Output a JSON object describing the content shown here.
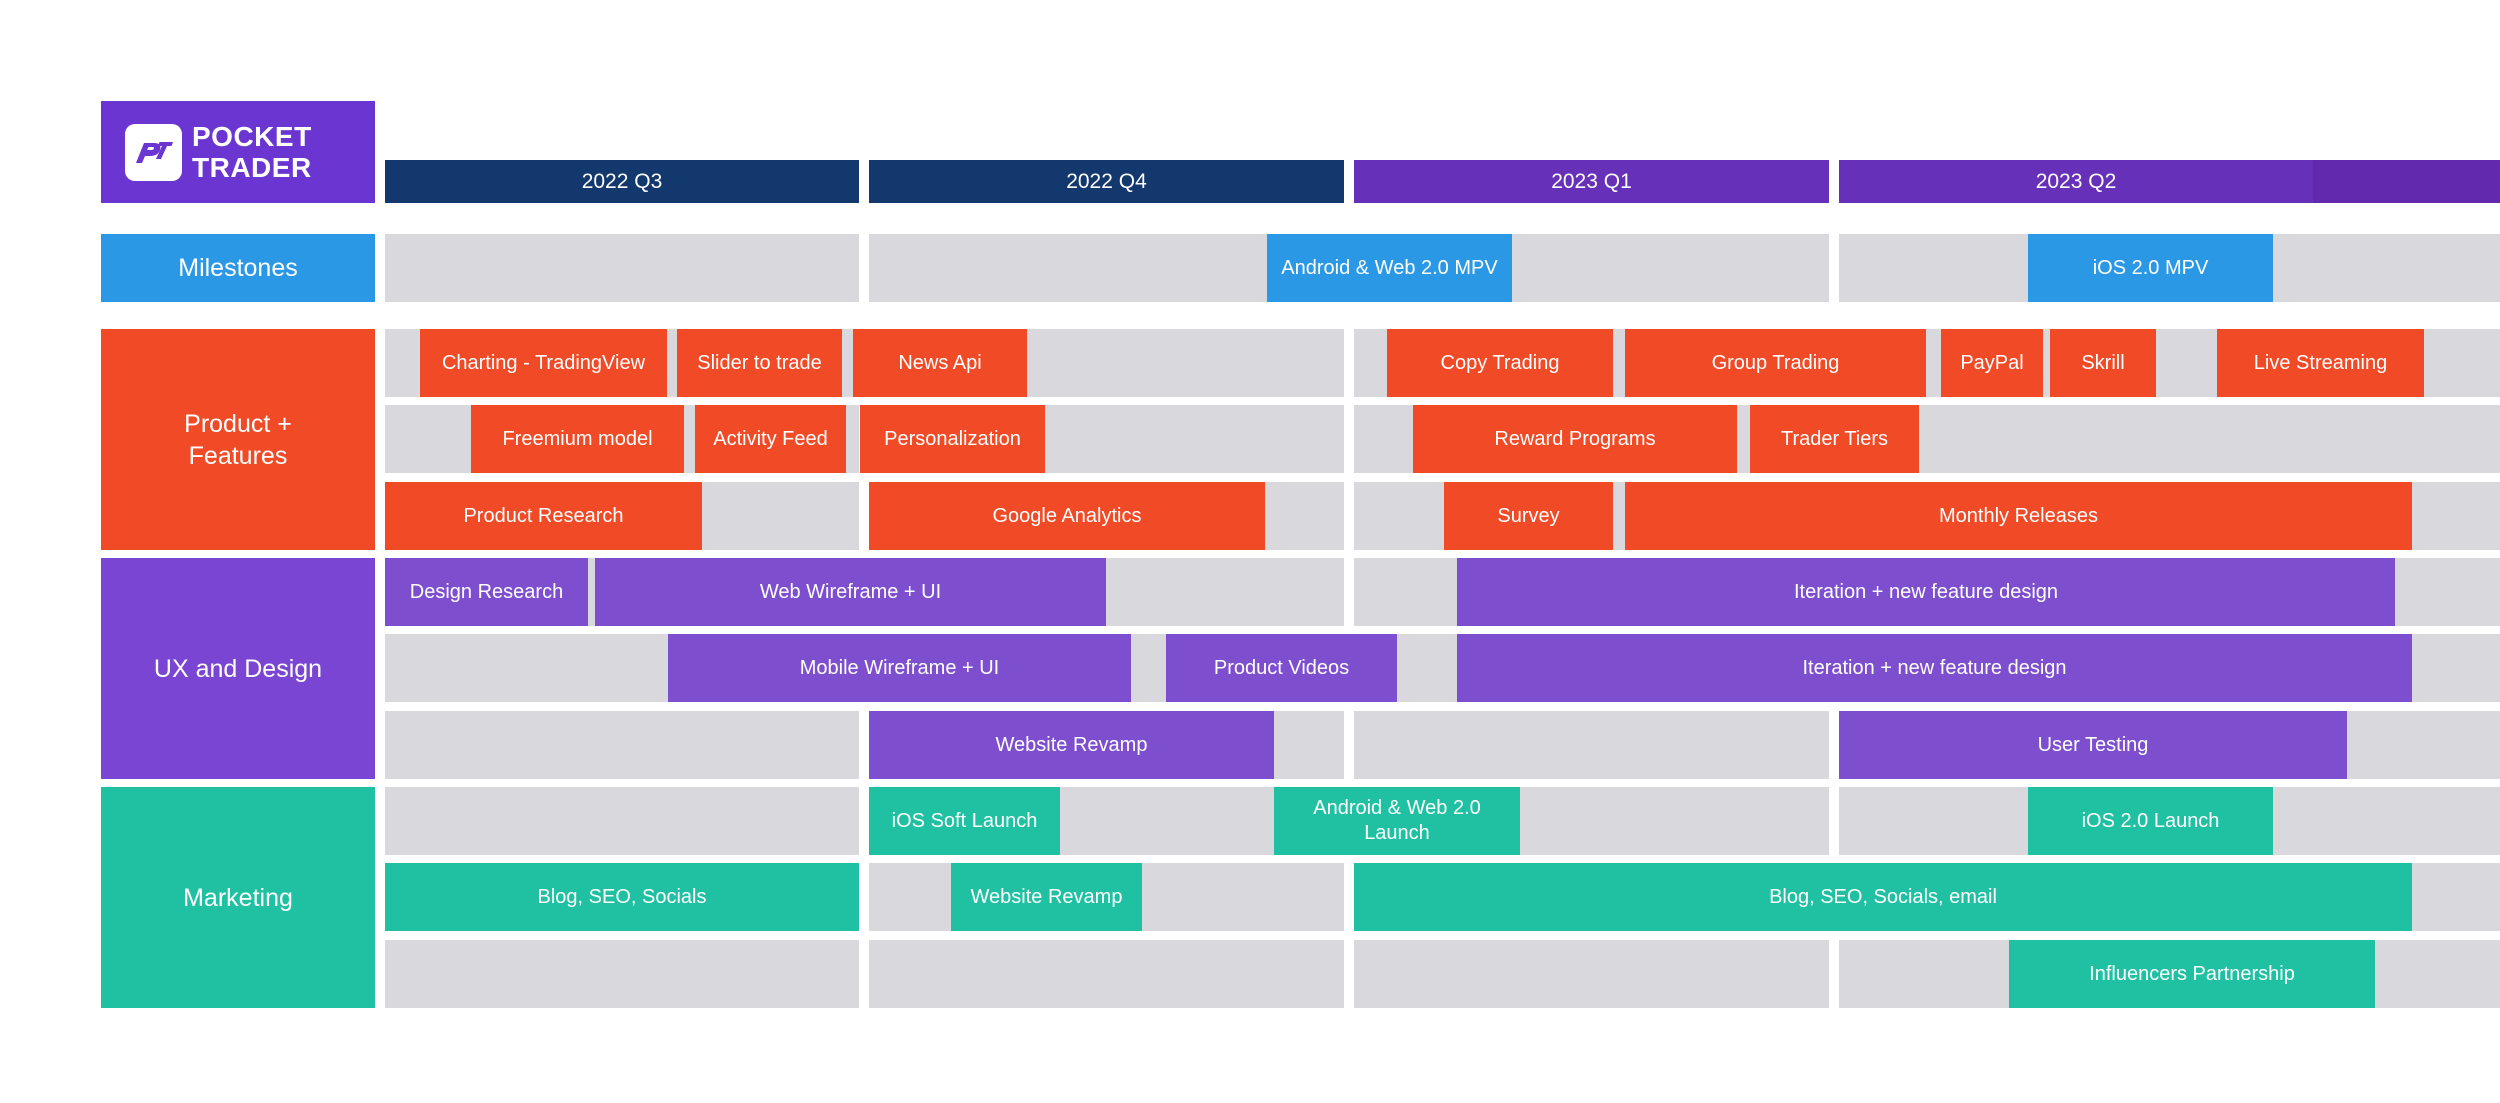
{
  "brand": {
    "line1": "POCKET",
    "line2": "TRADER",
    "icon": "pocket-trader-logo-icon",
    "color": "#6a35d0"
  },
  "colors": {
    "quarter_2022": "#12386e",
    "quarter_2023": "#6730b8",
    "quarter_2023_alt": "#6228ae",
    "cell_bg": "#d8d8dd",
    "milestone": "#2b98e6",
    "product": "#f04a26",
    "ux": "#7d4fcf",
    "marketing": "#1fc1a2",
    "ux_lane": "#7a45d3"
  },
  "quarters": [
    {
      "label": "2022 Q3",
      "color": "#12386e"
    },
    {
      "label": "2022 Q4",
      "color": "#12386e"
    },
    {
      "label": "2023 Q1",
      "color": "#6730b8"
    },
    {
      "label": "2023 Q2",
      "color": "#6730b8"
    }
  ],
  "lanes": [
    {
      "label": "Milestones",
      "color": "#2b98e6"
    },
    {
      "label": "Product + Features",
      "color": "#f04a26"
    },
    {
      "label": "UX and Design",
      "color": "#7a45d3"
    },
    {
      "label": "Marketing",
      "color": "#1fc1a2"
    }
  ],
  "bars": {
    "milestones": [
      {
        "label": "Android & Web 2.0 MPV",
        "color": "#2b98e6"
      },
      {
        "label": "iOS 2.0 MPV",
        "color": "#2b98e6"
      }
    ],
    "product": [
      {
        "label": "Charting - TradingView",
        "color": "#f04a26"
      },
      {
        "label": "Slider to trade",
        "color": "#f04a26"
      },
      {
        "label": "News Api",
        "color": "#f04a26"
      },
      {
        "label": "Copy Trading",
        "color": "#f04a26"
      },
      {
        "label": "Group Trading",
        "color": "#f04a26"
      },
      {
        "label": "PayPal",
        "color": "#f04a26"
      },
      {
        "label": "Skrill",
        "color": "#f04a26"
      },
      {
        "label": "Live Streaming",
        "color": "#f04a26"
      },
      {
        "label": "Freemium model",
        "color": "#f04a26"
      },
      {
        "label": "Activity Feed",
        "color": "#f04a26"
      },
      {
        "label": "Personalization",
        "color": "#f04a26"
      },
      {
        "label": "Reward Programs",
        "color": "#f04a26"
      },
      {
        "label": "Trader Tiers",
        "color": "#f04a26"
      },
      {
        "label": "Product Research",
        "color": "#f04a26"
      },
      {
        "label": "Google Analytics",
        "color": "#f04a26"
      },
      {
        "label": "Survey",
        "color": "#f04a26"
      },
      {
        "label": "Monthly Releases",
        "color": "#f04a26"
      }
    ],
    "ux": [
      {
        "label": "Design Research",
        "color": "#7d4fcf"
      },
      {
        "label": "Web Wireframe + UI",
        "color": "#7d4fcf"
      },
      {
        "label": "Iteration + new feature design",
        "color": "#7d4fcf"
      },
      {
        "label": "Mobile Wireframe + UI",
        "color": "#7d4fcf"
      },
      {
        "label": "Product Videos",
        "color": "#7d4fcf"
      },
      {
        "label": "Iteration + new feature design",
        "color": "#7d4fcf"
      },
      {
        "label": "Website Revamp",
        "color": "#7d4fcf"
      },
      {
        "label": "User Testing",
        "color": "#7d4fcf"
      }
    ],
    "marketing": [
      {
        "label": "iOS Soft Launch",
        "color": "#1fc1a2"
      },
      {
        "label": "Android & Web 2.0 Launch",
        "color": "#1fc1a2"
      },
      {
        "label": "iOS 2.0 Launch",
        "color": "#1fc1a2"
      },
      {
        "label": "Blog, SEO, Socials",
        "color": "#1fc1a2"
      },
      {
        "label": "Website Revamp",
        "color": "#1fc1a2"
      },
      {
        "label": "Blog, SEO, Socials, email",
        "color": "#1fc1a2"
      },
      {
        "label": "Influencers Partnership",
        "color": "#1fc1a2"
      }
    ]
  }
}
